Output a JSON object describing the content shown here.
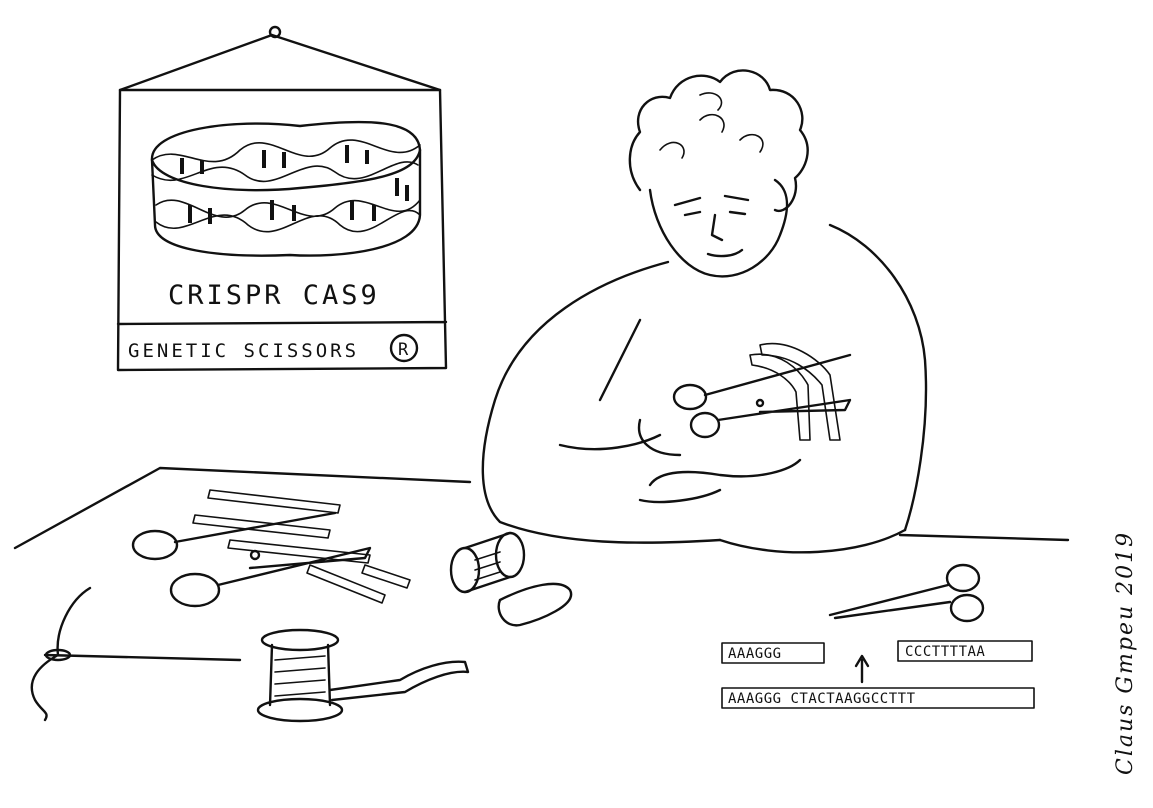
{
  "poster": {
    "title": "CRISPR CAS9",
    "subtitle": "GENETIC SCISSORS",
    "registered_mark": "R"
  },
  "sequences": {
    "fragment_left": "AAAGGG",
    "fragment_right": "CCCTTTTAA",
    "full_strand": "AAAGGG CTACTAAGGCCTTT"
  },
  "signature": "Claus Gmpeu 2019"
}
